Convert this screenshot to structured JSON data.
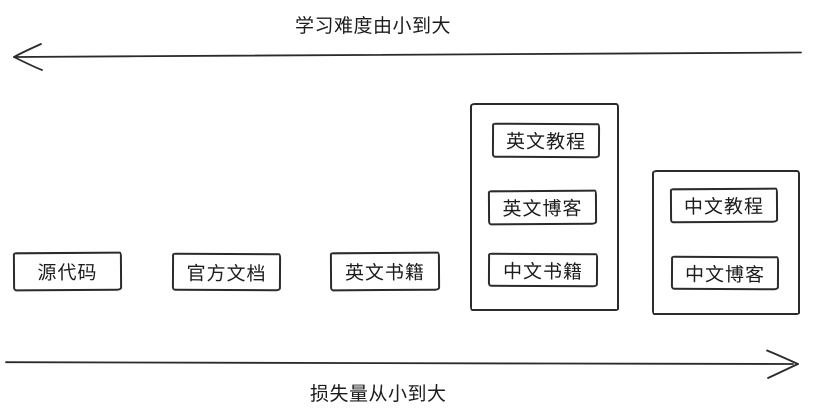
{
  "axes": {
    "top": {
      "label": "学习难度由小到大",
      "direction": "left"
    },
    "bottom": {
      "label": "损失量从小到大",
      "direction": "right"
    }
  },
  "nodes": {
    "standalone": [
      {
        "label": "源代码"
      },
      {
        "label": "官方文档"
      },
      {
        "label": "英文书籍"
      }
    ],
    "group1": {
      "items": [
        {
          "label": "英文教程"
        },
        {
          "label": "英文博客"
        },
        {
          "label": "中文书籍"
        }
      ]
    },
    "group2": {
      "items": [
        {
          "label": "中文教程"
        },
        {
          "label": "中文博客"
        }
      ]
    }
  },
  "icons": {
    "top_arrowhead": "left-arrowhead",
    "bottom_arrowhead": "right-arrowhead"
  },
  "colors": {
    "stroke": "#2b2b2b",
    "text": "#1c1c1c",
    "background": "#ffffff"
  }
}
